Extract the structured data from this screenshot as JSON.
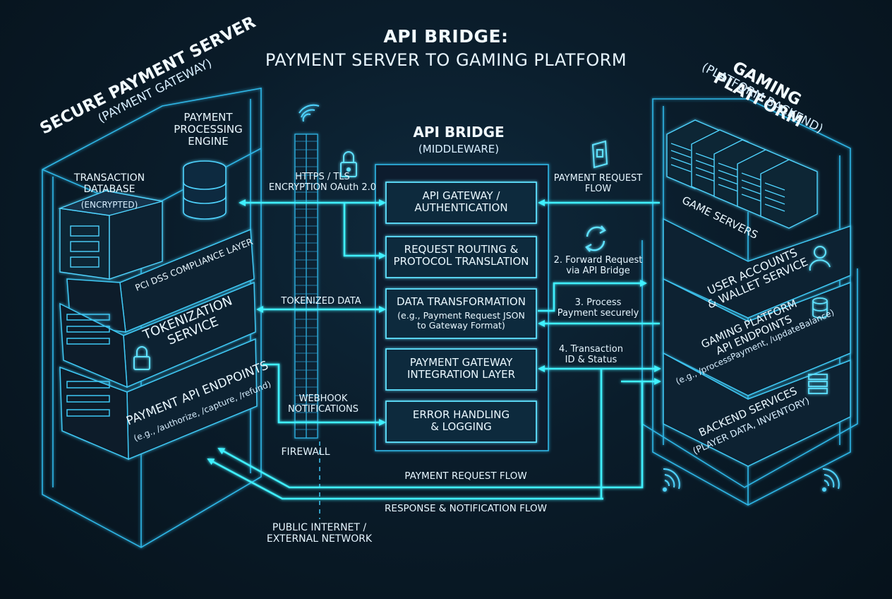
{
  "title": {
    "line1": "API BRIDGE:",
    "line2": "PAYMENT SERVER TO GAMING PLATFORM"
  },
  "left_server": {
    "title": "SECURE PAYMENT SERVER",
    "subtitle": "(PAYMENT GATEWAY)",
    "engine_label": "PAYMENT\nPROCESSING\nENGINE",
    "db_label": "TRANSACTION\nDATABASE",
    "db_sub": "(ENCRYPTED)",
    "layers": {
      "pci": "PCI DSS COMPLIANCE LAYER",
      "tokenization": "TOKENIZATION\nSERVICE",
      "endpoints": "PAYMENT API ENDPOINTS",
      "endpoints_sub": "(e.g., /authorize, /capture, /refund)"
    }
  },
  "middleware": {
    "title": "API BRIDGE",
    "subtitle": "(MIDDLEWARE)",
    "boxes": [
      "API GATEWAY /\nAUTHENTICATION",
      "REQUEST ROUTING &\nPROTOCOL TRANSLATION",
      "DATA TRANSFORMATION",
      "PAYMENT GATEWAY\nINTEGRATION LAYER",
      "ERROR HANDLING\n& LOGGING"
    ],
    "transform_sub": "(e.g., Payment Request JSON\nto Gateway Format)"
  },
  "right_platform": {
    "title": "GAMING PLATFORM",
    "subtitle": "(PLATFORM BACKEND)",
    "servers_label": "GAME SERVERS",
    "layers": {
      "accounts": "USER ACCOUNTS\n& WALLET SERVICE",
      "api": "GAMING PLATFORM\nAPI ENDPOINTS",
      "api_sub": "(e.g., /processPayment, /updateBalance)",
      "backend": "BACKEND SERVICES",
      "backend_sub": "(PLAYER DATA, INVENTORY)"
    }
  },
  "flows": {
    "https": "HTTPS / TLS\nENCRYPTION OAuth 2.0",
    "tokenized": "TOKENIZED DATA",
    "webhook": "WEBHOOK\nNOTIFICATIONS",
    "firewall": "FIREWALL",
    "public": "PUBLIC INTERNET /\nEXTERNAL NETWORK",
    "payment_request_top": "PAYMENT REQUEST\nFLOW",
    "step2": "2. Forward Request\nvia API Bridge",
    "step3": "3. Process\nPayment securely",
    "step4": "4. Transaction\nID & Status",
    "payment_request_bottom": "PAYMENT REQUEST FLOW",
    "response_flow": "RESPONSE & NOTIFICATION FLOW"
  },
  "colors": {
    "neon": "#3ff0ff",
    "line": "#5fd6ff",
    "dim": "#2a9fd0",
    "bg": "#0a1c2a"
  }
}
